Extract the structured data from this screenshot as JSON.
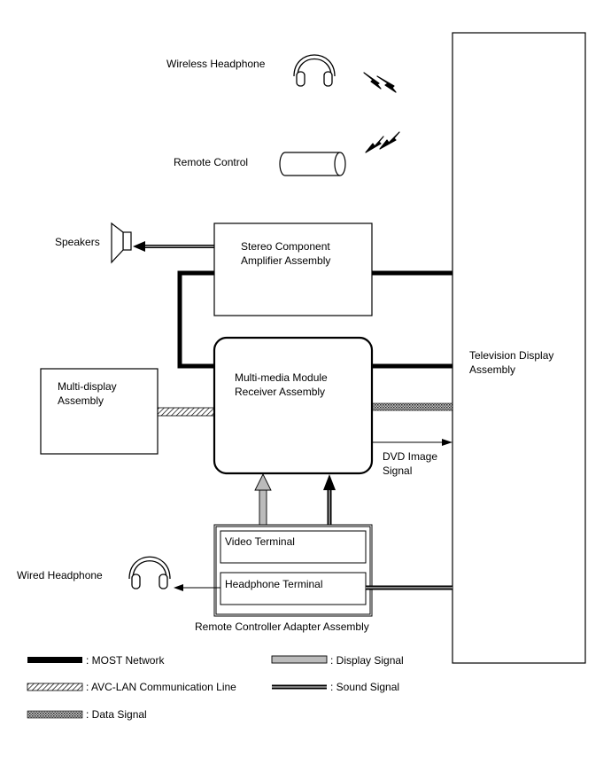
{
  "devices": {
    "wireless_headphone": "Wireless Headphone",
    "remote_control": "Remote Control",
    "speakers": "Speakers",
    "wired_headphone": "Wired Headphone"
  },
  "boxes": {
    "amplifier": [
      "Stereo Component",
      "Amplifier Assembly"
    ],
    "receiver": [
      "Multi-media Module",
      "Receiver Assembly"
    ],
    "multi_display": [
      "Multi-display",
      "Assembly"
    ],
    "television": [
      "Television Display",
      "Assembly"
    ],
    "video_terminal": "Video Terminal",
    "headphone_terminal": "Headphone Terminal",
    "remote_adapter": "Remote Controller Adapter Assembly"
  },
  "signals": {
    "dvd_image": [
      "DVD Image",
      "Signal"
    ]
  },
  "legend": {
    "most": ": MOST Network",
    "display": ": Display Signal",
    "avc_lan": ": AVC-LAN Communication Line",
    "sound": ": Sound Signal",
    "data": ": Data Signal"
  },
  "colors": {
    "line": "#000000",
    "display_signal": "#bbbbbb",
    "background": "#ffffff"
  }
}
